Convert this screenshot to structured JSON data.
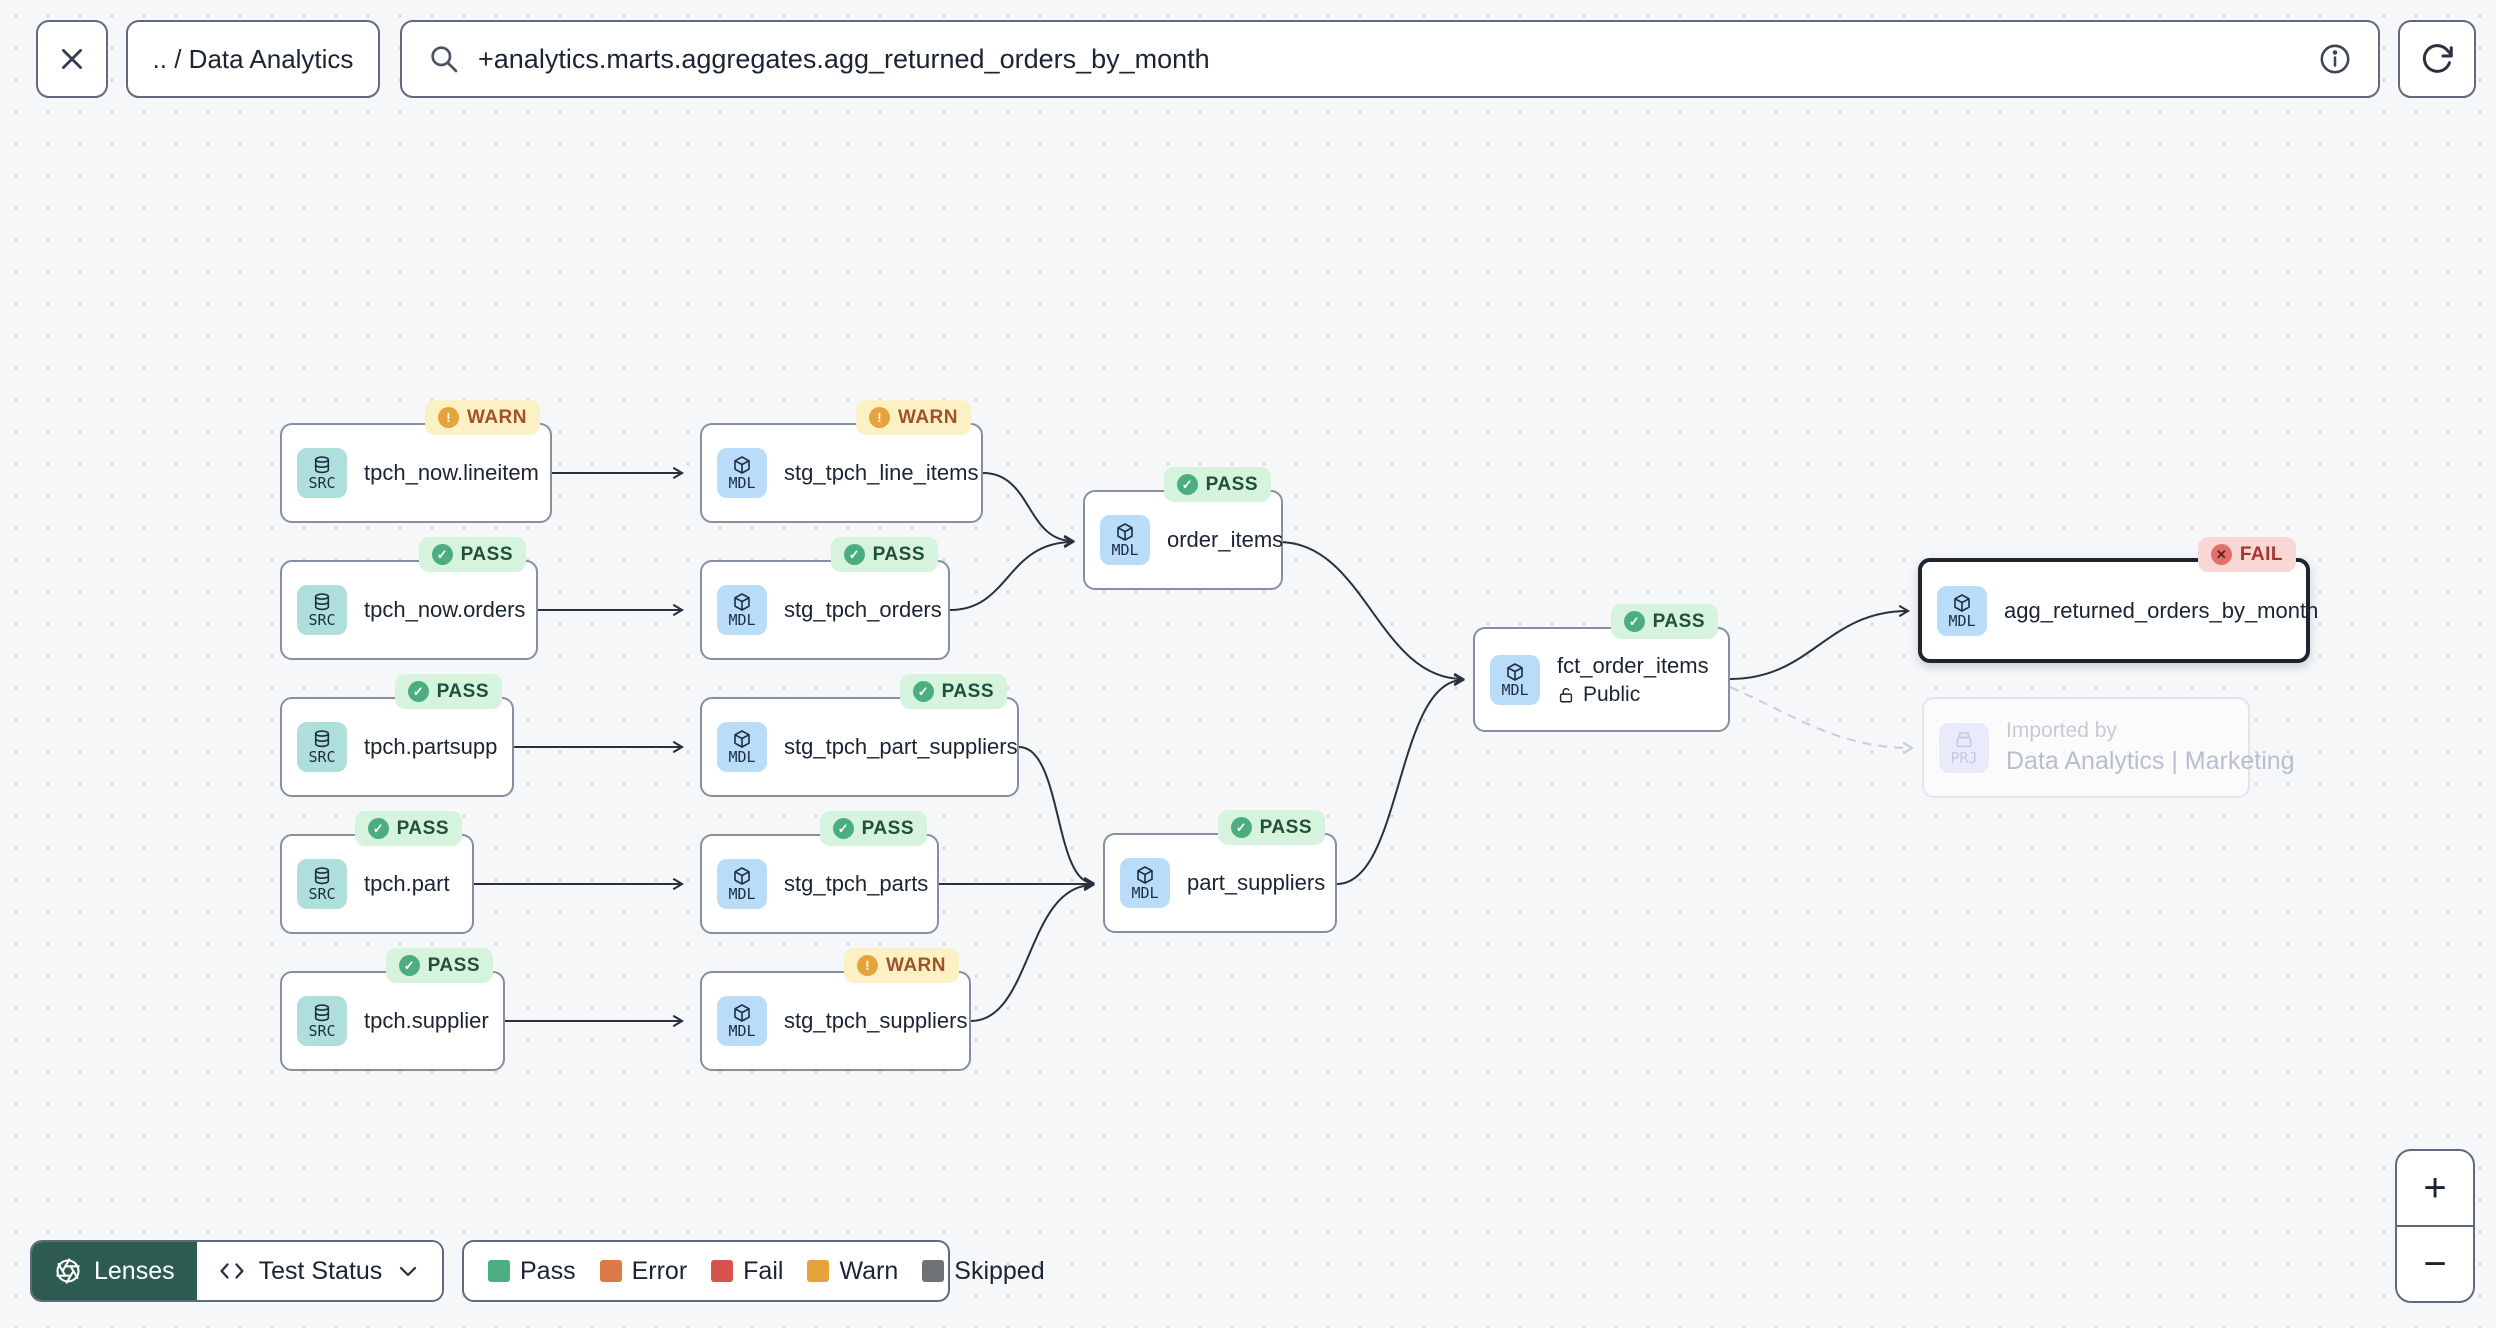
{
  "header": {
    "close_icon": "x-icon",
    "breadcrumb": ".. / Data Analytics",
    "search": {
      "icon": "magnifier-icon",
      "value": "+analytics.marts.aggregates.agg_returned_orders_by_month",
      "info_icon": "info-icon"
    },
    "refresh_icon": "refresh-icon"
  },
  "graph": {
    "statuses": {
      "PASS": {
        "glyph": "✓",
        "color": "#4cae80"
      },
      "WARN": {
        "glyph": "!",
        "color": "#e5a33c"
      },
      "FAIL": {
        "glyph": "✕",
        "color": "#d9534e"
      }
    },
    "nodes": [
      {
        "kind": "SRC",
        "label": "tpch_now.lineitem",
        "status": "WARN"
      },
      {
        "kind": "SRC",
        "label": "tpch_now.orders",
        "status": "PASS"
      },
      {
        "kind": "SRC",
        "label": "tpch.partsupp",
        "status": "PASS"
      },
      {
        "kind": "SRC",
        "label": "tpch.part",
        "status": "PASS"
      },
      {
        "kind": "SRC",
        "label": "tpch.supplier",
        "status": "PASS"
      },
      {
        "kind": "MDL",
        "label": "stg_tpch_line_items",
        "status": "WARN"
      },
      {
        "kind": "MDL",
        "label": "stg_tpch_orders",
        "status": "PASS"
      },
      {
        "kind": "MDL",
        "label": "stg_tpch_part_suppliers",
        "status": "PASS"
      },
      {
        "kind": "MDL",
        "label": "stg_tpch_parts",
        "status": "PASS"
      },
      {
        "kind": "MDL",
        "label": "stg_tpch_suppliers",
        "status": "WARN"
      },
      {
        "kind": "MDL",
        "label": "order_items",
        "status": "PASS"
      },
      {
        "kind": "MDL",
        "label": "part_suppliers",
        "status": "PASS"
      },
      {
        "kind": "MDL",
        "label": "fct_order_items",
        "status": "PASS",
        "access": "Public"
      },
      {
        "kind": "MDL",
        "label": "agg_returned_orders_by_month",
        "status": "FAIL",
        "selected": true
      }
    ],
    "ghost": {
      "kind": "PRJ",
      "imported_by_label": "Imported by",
      "project": "Data Analytics | Marketing"
    }
  },
  "footer": {
    "lenses_label": "Lenses",
    "lenses_icon": "aperture-icon",
    "test_status_label": "Test Status",
    "test_status_icon": "code-icon",
    "legend": [
      {
        "label": "Pass",
        "color": "#4cae80"
      },
      {
        "label": "Error",
        "color": "#df7849"
      },
      {
        "label": "Fail",
        "color": "#d9534e"
      },
      {
        "label": "Warn",
        "color": "#e5a33c"
      },
      {
        "label": "Skipped",
        "color": "#6e7277"
      }
    ]
  },
  "zoom_controls": {
    "zoom_in": "+",
    "zoom_out": "−"
  }
}
